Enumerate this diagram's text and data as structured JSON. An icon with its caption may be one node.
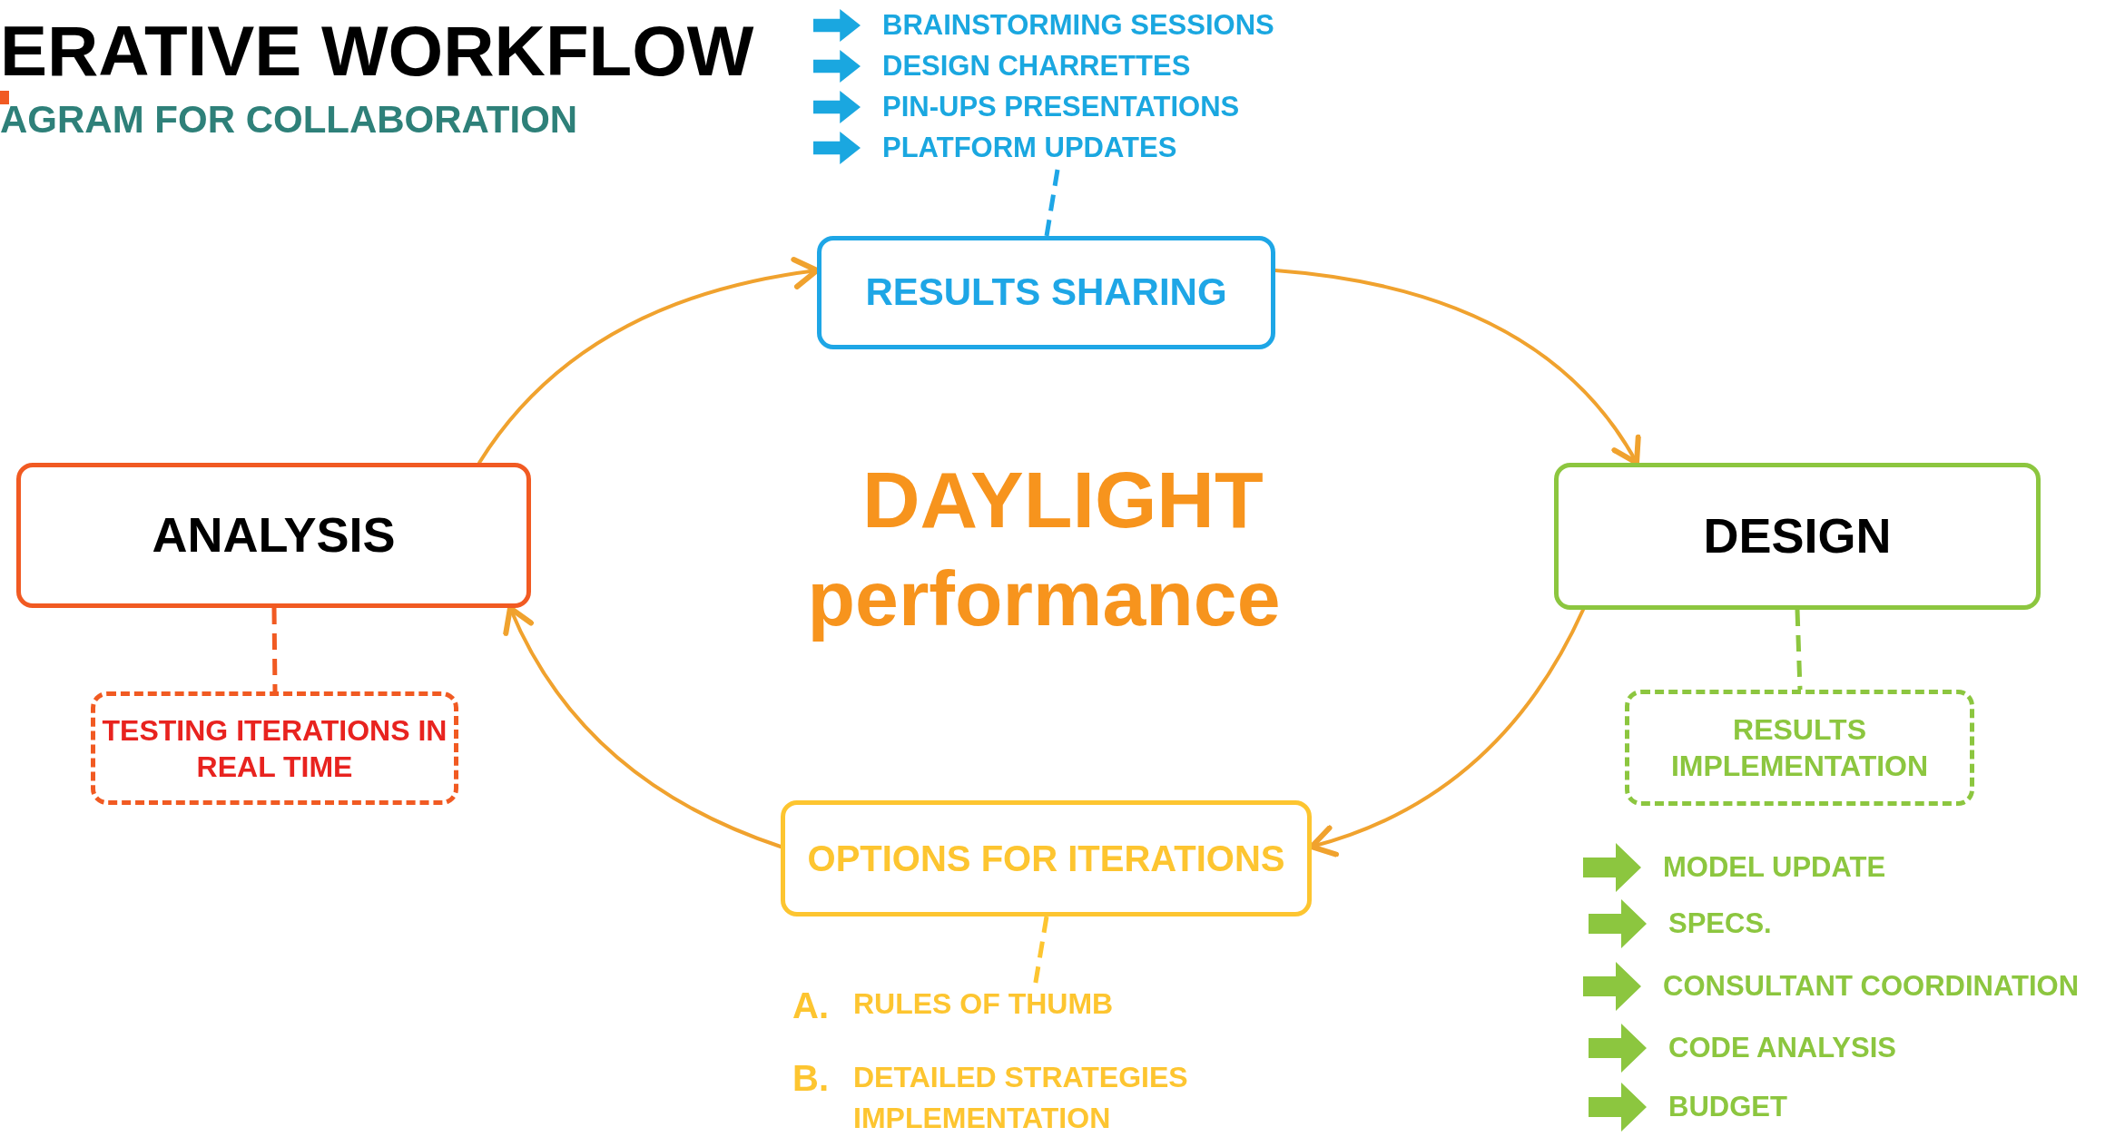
{
  "diagram": {
    "title": "ERATIVE WORKFLOW",
    "nodes": [
      {
        "text": [
          "RESULTS SHARING"
        ]
      },
      {
        "text": [
          "ANALYSIS"
        ]
      },
      {
        "text": [
          "DESIGN"
        ]
      },
      {
        "text": [
          "TESTING ITERATIONS IN REAL TIME"
        ]
      },
      {
        "text": [
          "RESULTS IMPLEMENTATION"
        ]
      },
      {
        "text": [
          "OPTIONS FOR ITERATIONS"
        ]
      },
      {
        "text": [
          "PLATFORM UPDATES"
        ]
      },
      {
        "text": [
          "RULES OF THUMB"
        ]
      }
    ],
    "edges": [
      {
        "from": 1,
        "to": 0,
        "arrow": "to",
        "color": "#f0a22e"
      },
      {
        "from": 0,
        "to": 2,
        "arrow": "to",
        "color": "#f0a22e"
      },
      {
        "from": 2,
        "to": 5,
        "arrow": "to",
        "color": "#f0a22e"
      },
      {
        "from": 5,
        "to": 1,
        "arrow": "to",
        "color": "#f0a22e"
      },
      {
        "from": 0,
        "to": 6,
        "arrow": "none",
        "style": "dashed",
        "color": "#1ea6e6"
      },
      {
        "from": 1,
        "to": 3,
        "arrow": "none",
        "style": "dashed",
        "color": "#f15a22"
      },
      {
        "from": 2,
        "to": 4,
        "arrow": "none",
        "style": "dashed",
        "color": "#8cc63f"
      },
      {
        "from": 5,
        "to": 7,
        "arrow": "none",
        "style": "dashed",
        "color": "#fdc530"
      }
    ],
    "labels": [
      "AGRAM FOR COLLABORATION",
      "BRAINSTORMING SESSIONS",
      "DESIGN CHARRETTES",
      "PIN-UPS PRESENTATIONS",
      "DAYLIGHT",
      "performance",
      "A.",
      "B.",
      "DETAILED STRATEGIES IMPLEMENTATION",
      "MODEL UPDATE",
      "SPECS.",
      "CONSULTANT COORDINATION",
      "CODE ANALYSIS",
      "BUDGET"
    ]
  }
}
